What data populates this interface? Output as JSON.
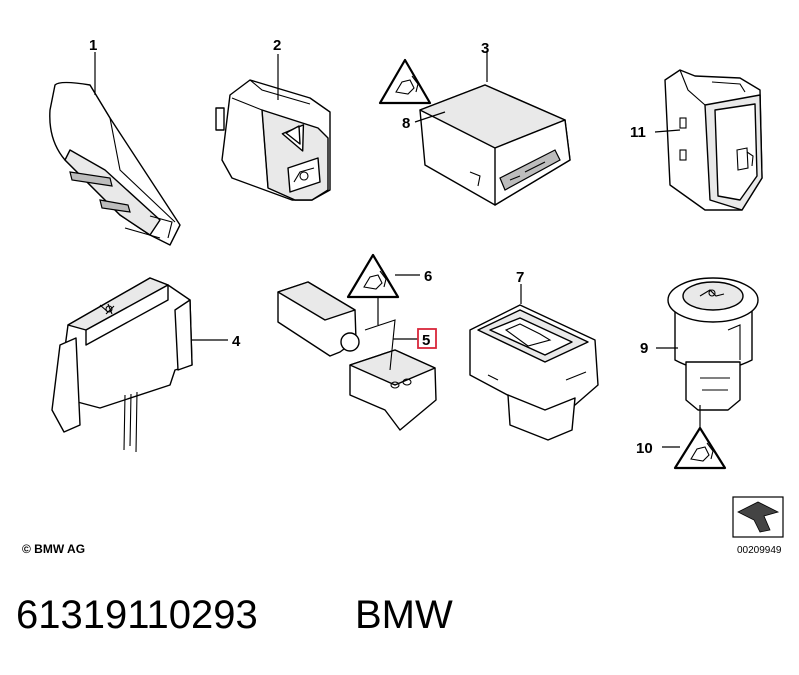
{
  "diagram": {
    "callouts": [
      {
        "id": "1",
        "label": "1"
      },
      {
        "id": "2",
        "label": "2"
      },
      {
        "id": "3",
        "label": "3"
      },
      {
        "id": "4",
        "label": "4"
      },
      {
        "id": "5",
        "label": "5",
        "highlighted": true,
        "highlight_color": "#d9263a"
      },
      {
        "id": "6",
        "label": "6"
      },
      {
        "id": "7",
        "label": "7"
      },
      {
        "id": "8",
        "label": "8"
      },
      {
        "id": "9",
        "label": "9"
      },
      {
        "id": "10",
        "label": "10"
      },
      {
        "id": "11",
        "label": "11"
      }
    ],
    "copyright": "© BMW AG",
    "document_number": "00209949"
  },
  "footer": {
    "part_number": "61319110293",
    "brand": "BMW"
  }
}
